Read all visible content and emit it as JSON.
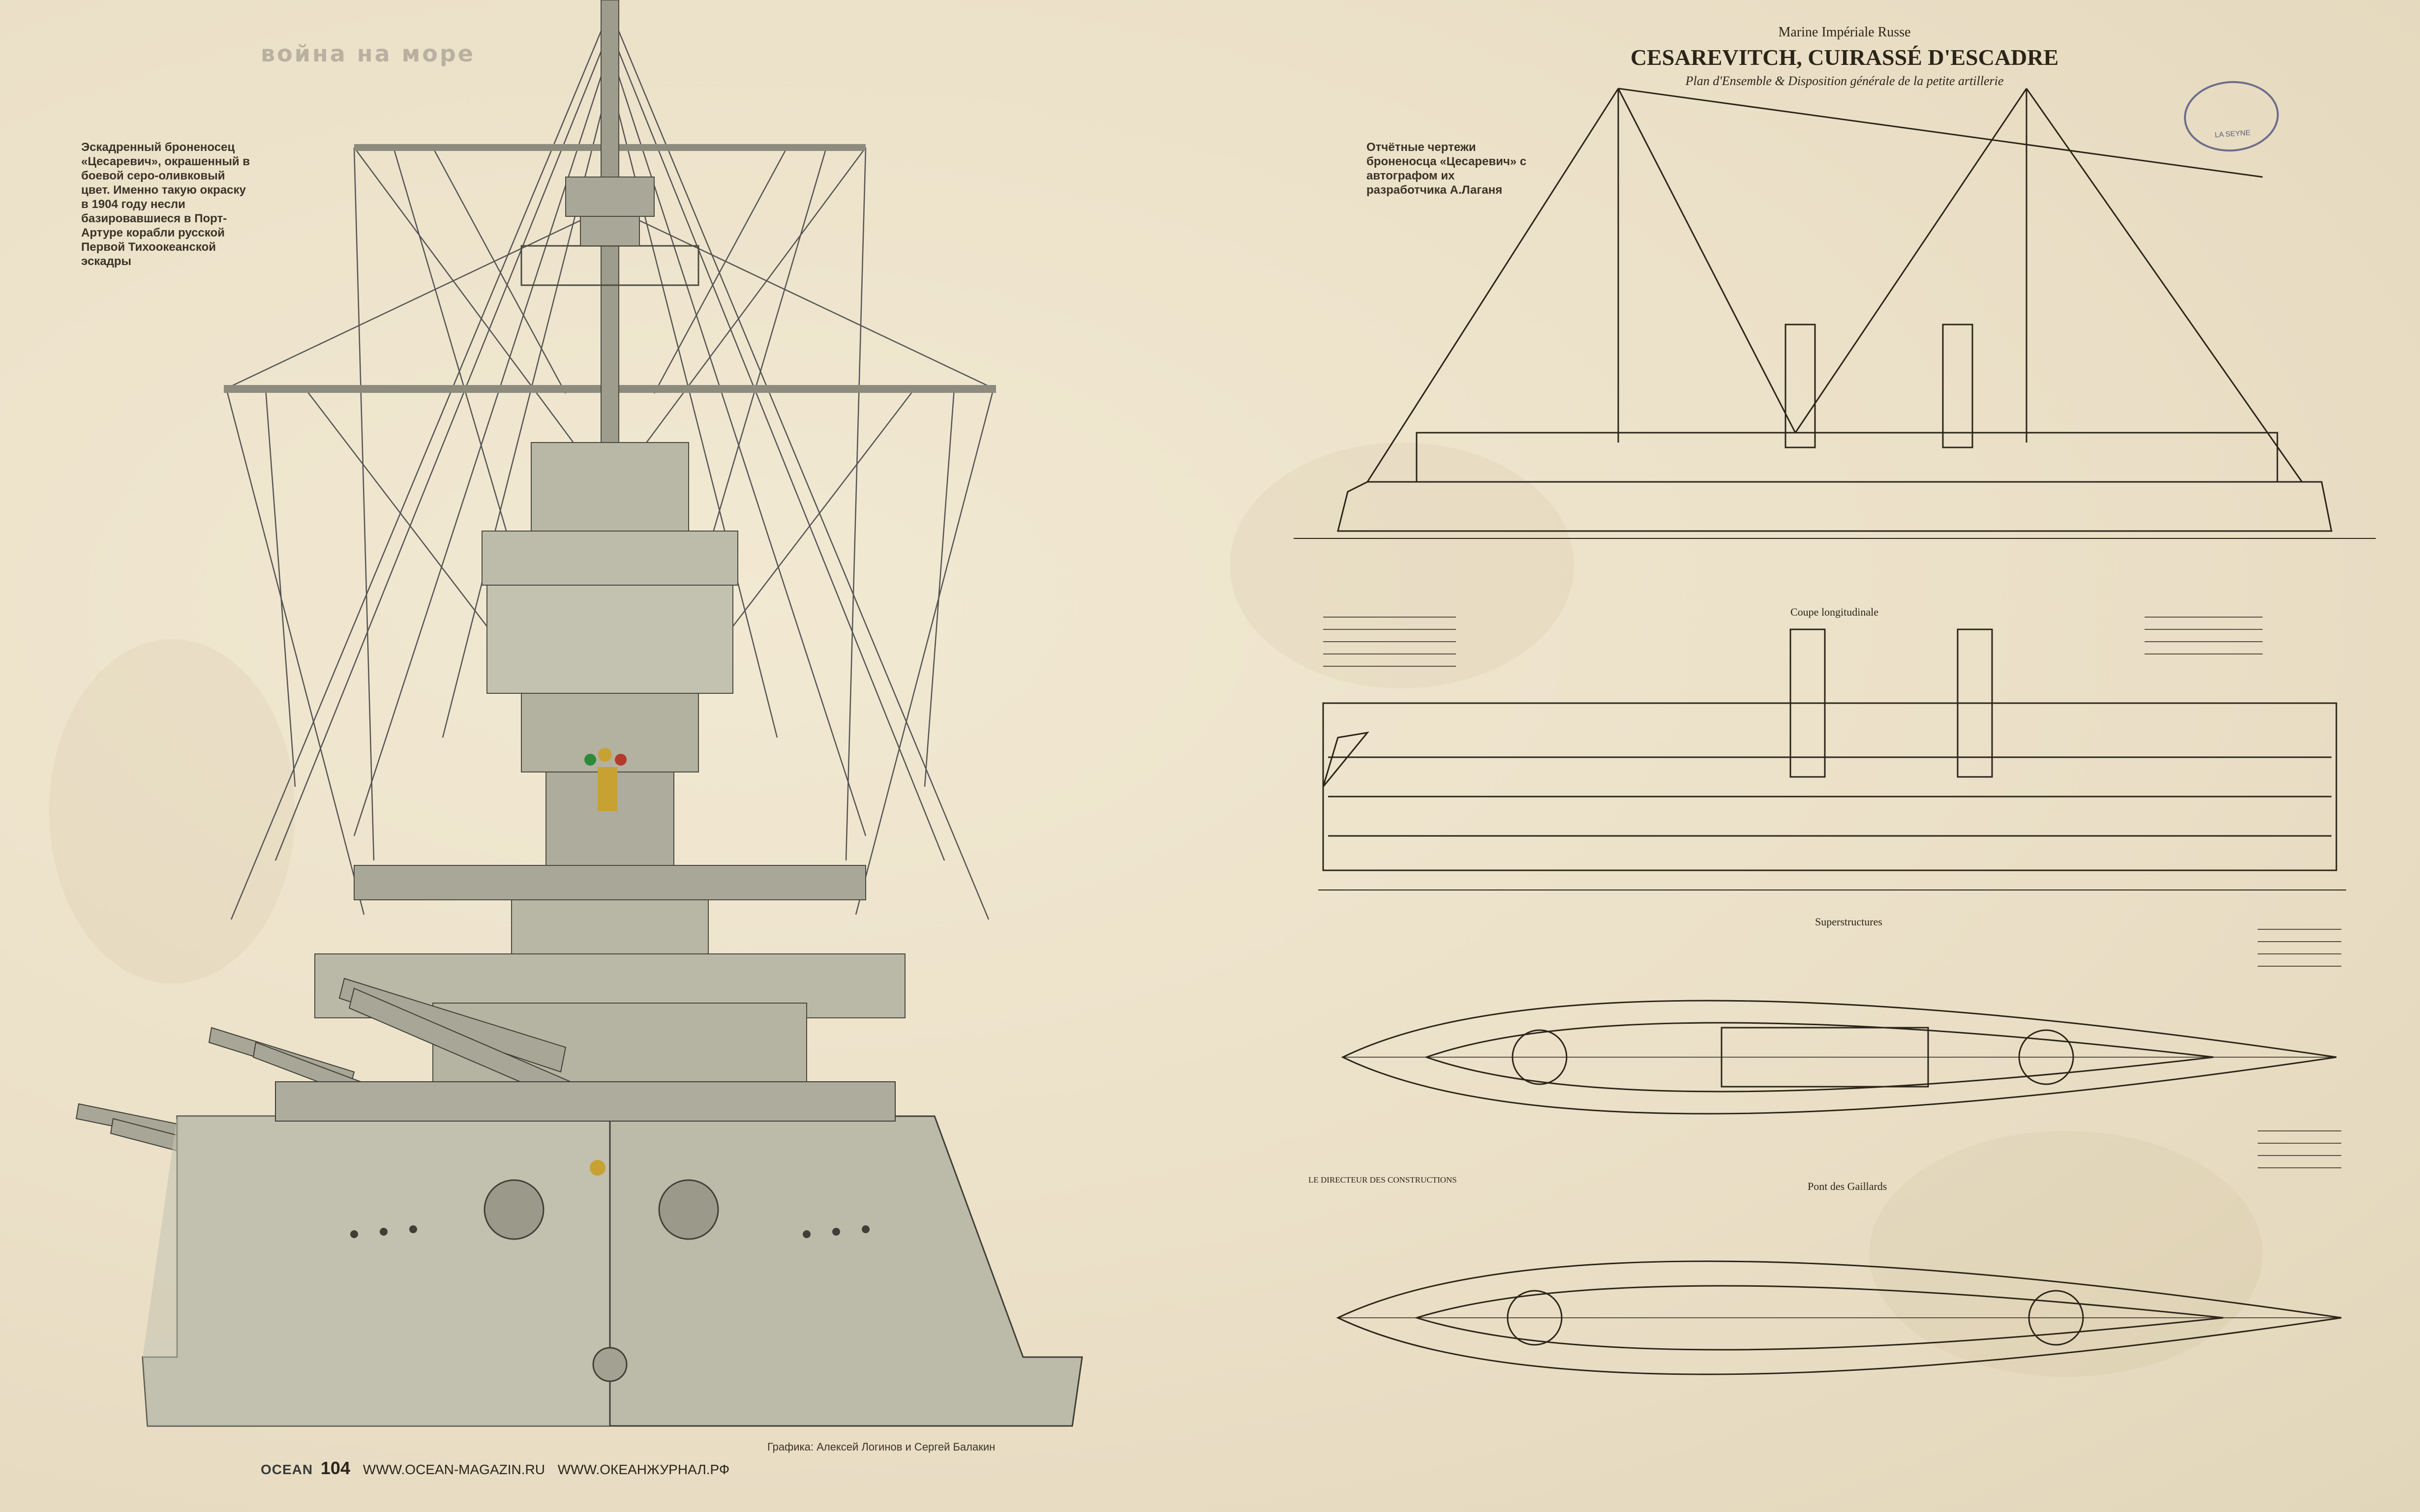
{
  "header": {
    "section": "война на море"
  },
  "captions": {
    "left": "Эскадренный броненосец «Цесаревич», окрашенный в боевой серо-оливковый цвет. Именно такую окраску в 1904 году несли базировавшиеся в Порт-Артуре корабли русской Первой Тихоокеанской эскадры",
    "right": "Отчётные чертежи броненосца «Цесаревич» с автографом их разработчика А.Лаганя"
  },
  "credit": "Графика: Алексей Логинов и Сергей Балакин",
  "footer": {
    "logo": "OCEAN",
    "page_number": "104",
    "url_1": "WWW.OCEAN-MAGAZIN.RU",
    "url_2": "WWW.ОКЕАНЖУРНАЛ.РФ"
  },
  "blueprint": {
    "line1": "Marine Impériale Russe",
    "title": "CESAREVITCH, CUIRASSÉ D'ESCADRE",
    "subtitle": "Plan d'Ensemble & Disposition générale de la petite artillerie",
    "section_longitudinal": "Coupe longitudinale",
    "section_superstructures": "Superstructures",
    "section_gaillards": "Pont des Gaillards",
    "signature_text": "LE DIRECTEUR DES CONSTRUCTIONS",
    "stamp": "LA SEYNE"
  },
  "colors": {
    "paper": "#ede3cc",
    "hull": "#b9b7a6",
    "ink": "#2b2519"
  }
}
